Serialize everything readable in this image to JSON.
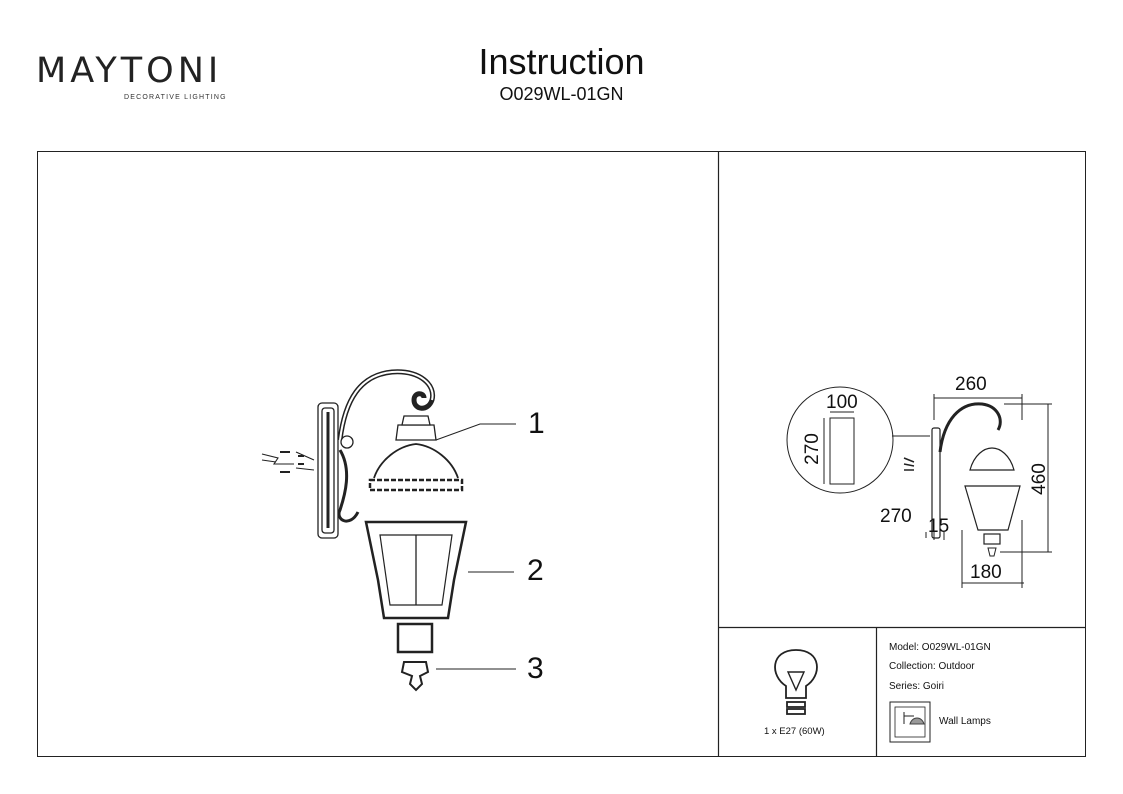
{
  "brand": {
    "name": "MAYTONI",
    "tagline": "DECORATIVE LIGHTING"
  },
  "header": {
    "title": "Instruction",
    "model_code": "O029WL-01GN"
  },
  "parts": [
    "1",
    "2",
    "3"
  ],
  "dimensions": {
    "width_total": "260",
    "height_total": "460",
    "base_depth": "180",
    "plate_width": "100",
    "plate_height": "270",
    "side_depth": "270",
    "offset": "15"
  },
  "bulb": {
    "spec": "1 x E27 (60W)"
  },
  "specs": {
    "model": "Model: O029WL-01GN",
    "collection": "Collection: Outdoor",
    "series": "Series: Goiri",
    "type": "Wall Lamps"
  }
}
